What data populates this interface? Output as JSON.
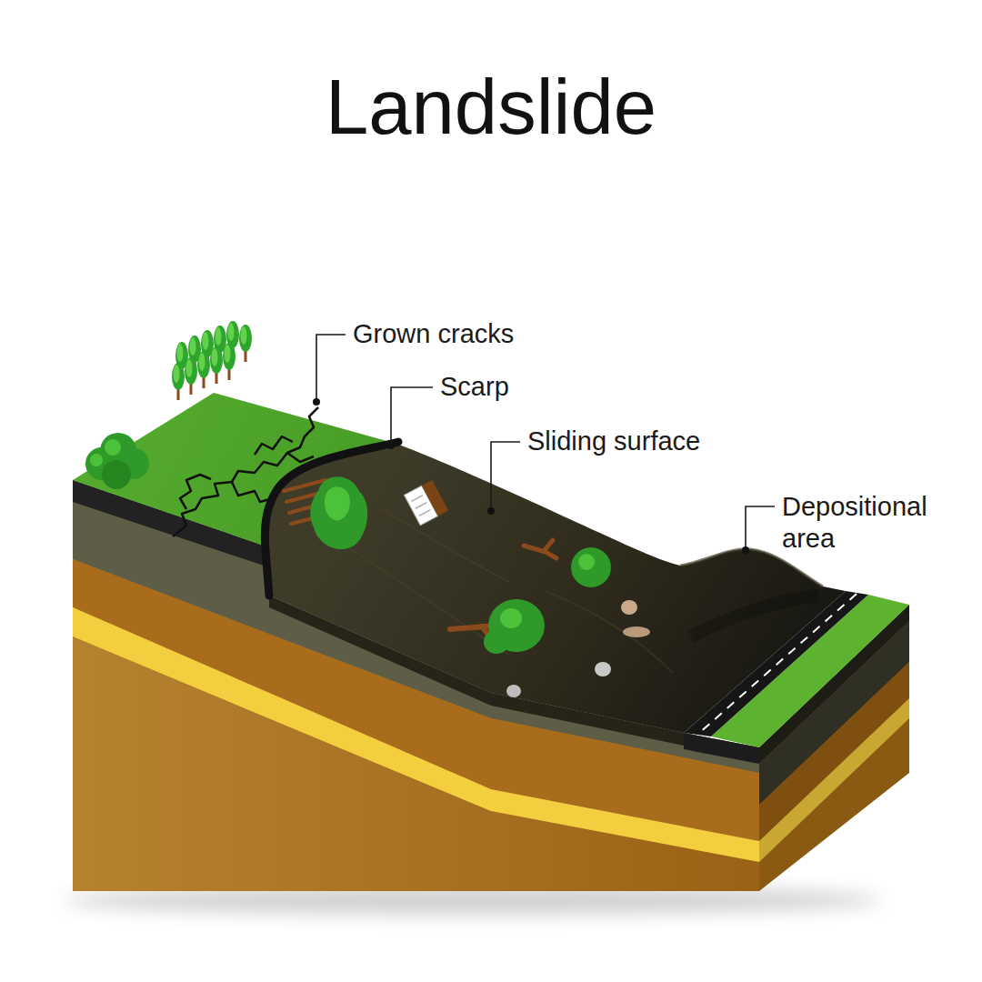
{
  "diagram": {
    "title": "Landslide",
    "labels": [
      "Grown cracks",
      "Scarp",
      "Sliding surface",
      "Depositional area"
    ]
  }
}
